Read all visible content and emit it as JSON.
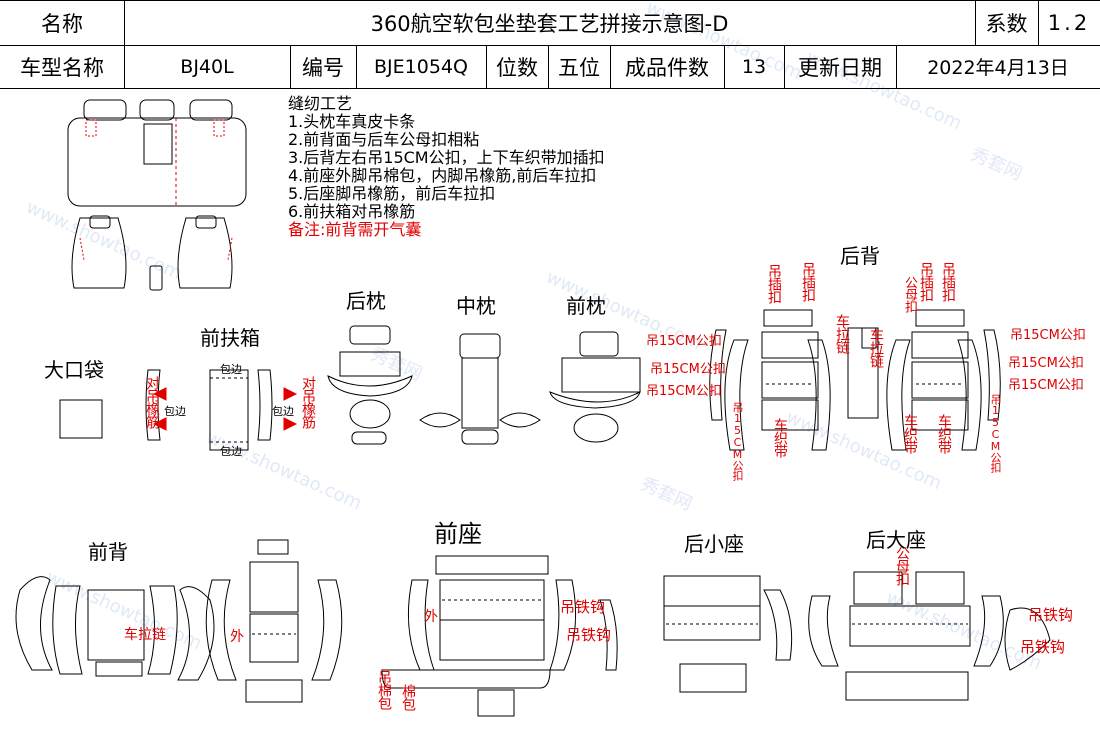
{
  "header": {
    "name_label": "名称",
    "title": "360航空软包坐垫套工艺拼接示意图-D",
    "coef_label": "系数",
    "coef_value": "1.2",
    "model_label": "车型名称",
    "model_value": "BJ40L",
    "code_label": "编号",
    "code_value": "BJE1054Q",
    "seats_label": "位数",
    "seats_value": "五位",
    "pieces_label": "成品件数",
    "pieces_value": "13",
    "update_label": "更新日期",
    "update_value": "2022年4月13日"
  },
  "notes": {
    "heading": "缝纫工艺",
    "items": [
      "1.头枕车真皮卡条",
      "2.前背面与后车公母扣相粘",
      "3.后背左右吊15CM公扣，上下车织带加插扣",
      "4.前座外脚吊棉包，内脚吊橡筋,前后车拉扣",
      "5.后座脚吊橡筋，前后车拉扣",
      "6.前扶箱对吊橡筋"
    ],
    "remark": "备注:前背需开气囊"
  },
  "sections": {
    "big_pocket": "大口袋",
    "front_armrest": "前扶箱",
    "rear_headrest": "后枕",
    "mid_headrest": "中枕",
    "front_headrest": "前枕",
    "rear_back": "后背",
    "front_back": "前背",
    "front_seat": "前座",
    "rear_small_seat": "后小座",
    "rear_big_seat": "后大座"
  },
  "annotations": {
    "hang_elastic": "对吊橡筋",
    "edge_wrap": "包边",
    "hang_buckle": "吊插扣",
    "male_female_buckle": "公母扣",
    "car_zipper": "车拉链",
    "car_webbing": "车织带",
    "hang_15cm": "吊15CM公扣",
    "zipper_line": "车拉链",
    "outer": "外",
    "cotton_pack": "吊棉包",
    "cotton_pack2": "棉包",
    "iron_hook": "吊铁钩",
    "male_buckle": "公母扣"
  },
  "watermark": {
    "site": "www.showtao.com",
    "brand": "秀套网"
  },
  "colors": {
    "annotation": "#e00000",
    "lines": "#000000",
    "watermark": "#c8d8f0"
  }
}
